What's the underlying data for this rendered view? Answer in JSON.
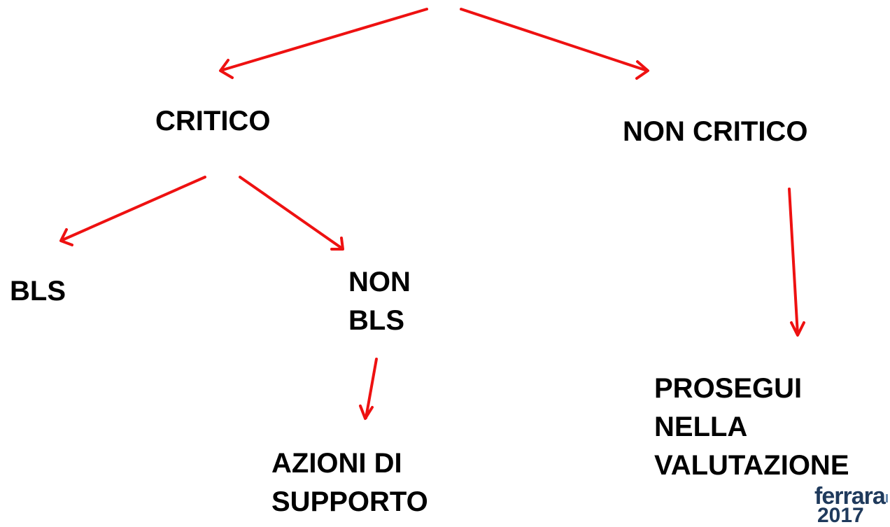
{
  "nodes": {
    "critico": "CRITICO",
    "non_critico": "NON CRITICO",
    "bls": "BLS",
    "non_bls": [
      "NON",
      "BLS"
    ],
    "azioni_di_supporto": [
      "AZIONI DI",
      "SUPPORTO"
    ],
    "prosegui": [
      "PROSEGUI",
      "NELLA",
      "VALUTAZIONE"
    ]
  },
  "arrow_color": "#ee1111",
  "logo": {
    "word": "ferrara",
    "year": "2017"
  }
}
